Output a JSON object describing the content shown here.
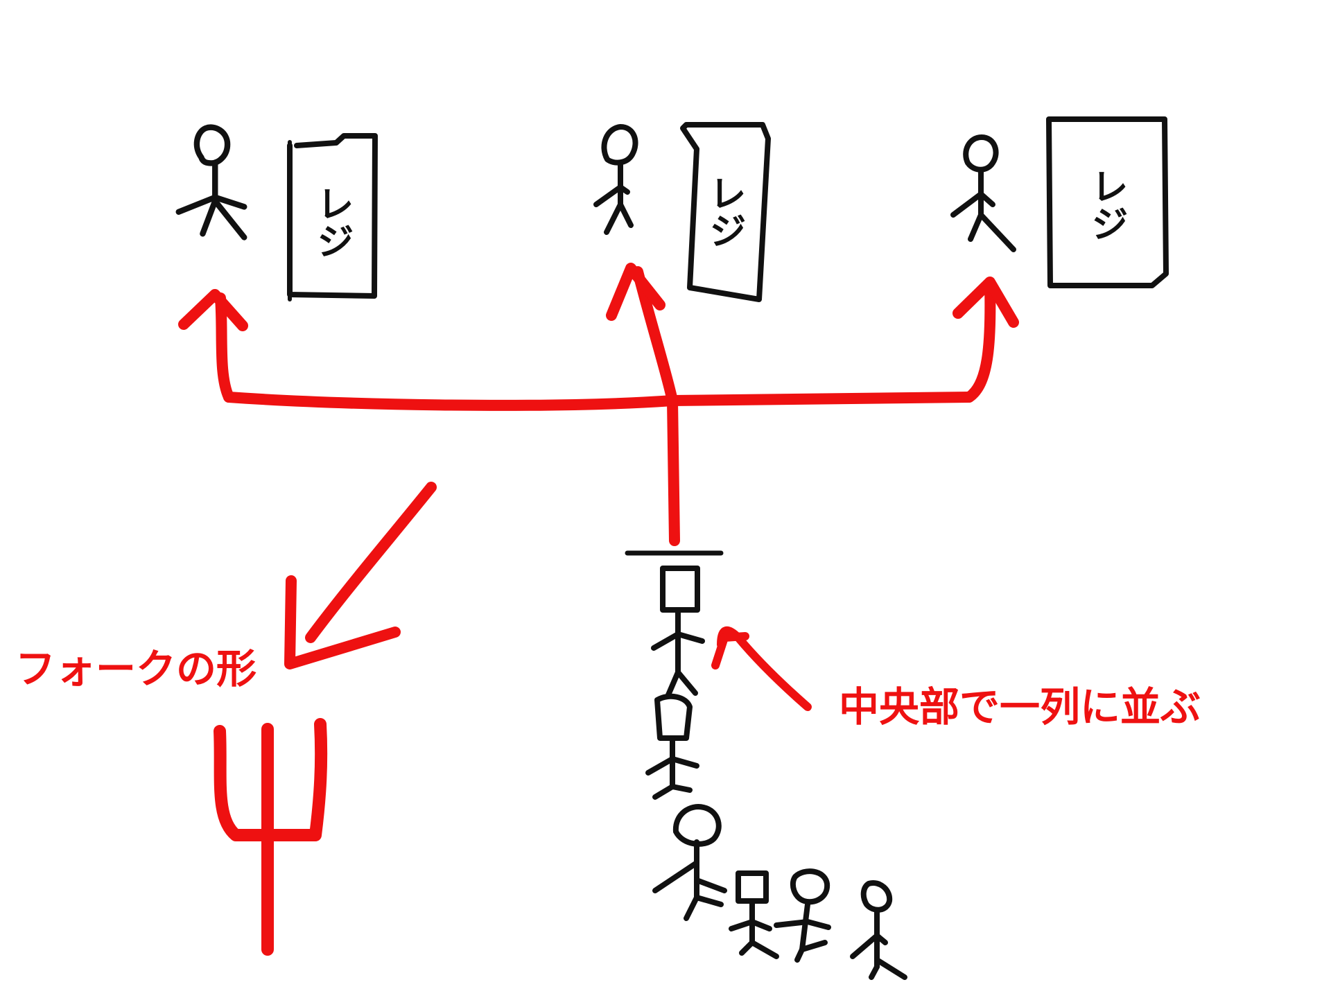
{
  "registers": [
    {
      "label": "レジ"
    },
    {
      "label": "レジ"
    },
    {
      "label": "レジ"
    }
  ],
  "annotations": {
    "fork_shape": "フォークの形",
    "single_line": "中央部で一列に並ぶ"
  },
  "colors": {
    "arrows": "#ee1111",
    "drawing": "#111111",
    "background": "#ffffff"
  }
}
